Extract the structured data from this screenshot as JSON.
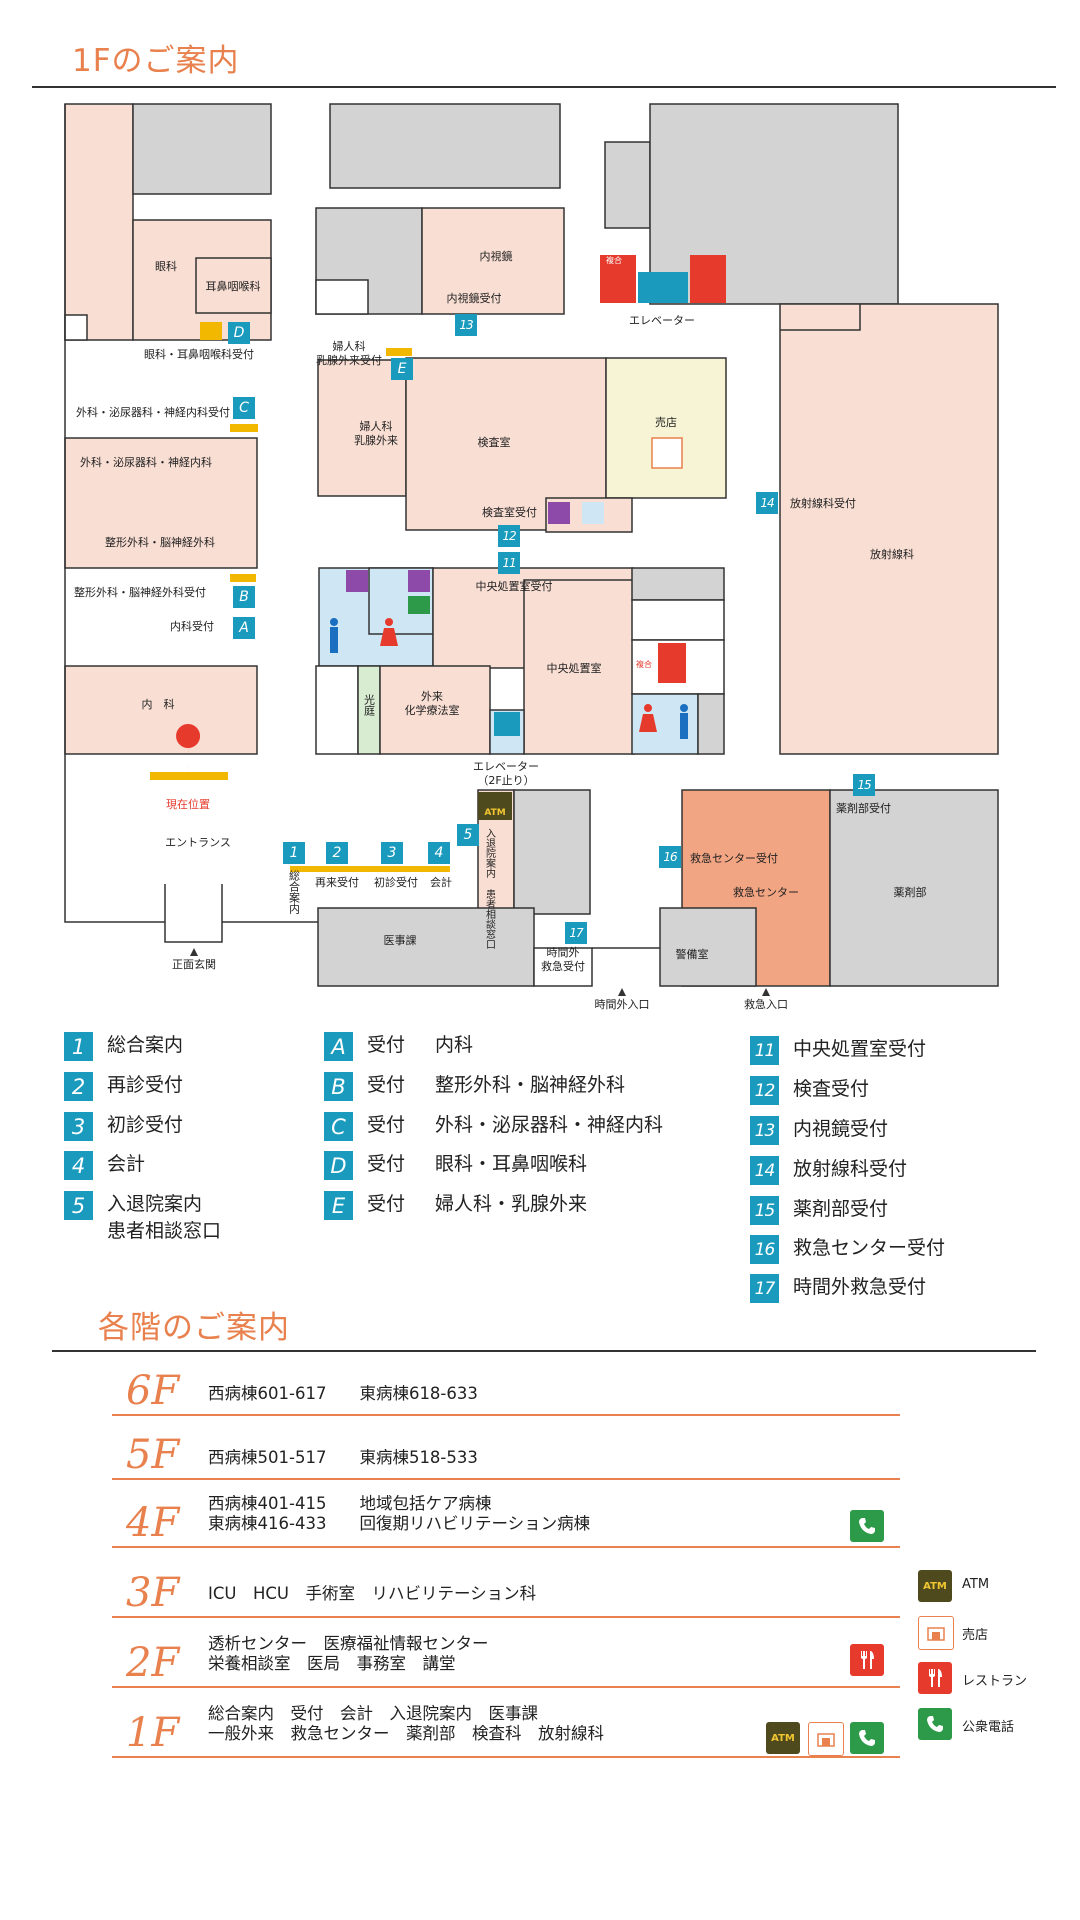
{
  "heading_1f": "1Fのご案内",
  "heading_floors": "各階のご案内",
  "map": {
    "rooms": {
      "ganka": "眼科",
      "jibi": "耳鼻咽喉科",
      "naishikyo": "内視鏡",
      "naishikyo_uketsuke": "内視鏡受付",
      "elevator": "エレベーター",
      "fujinka": "婦人科\n乳腺外来",
      "kensashitsu": "検査室",
      "baiten": "売店",
      "geka": "外科・泌尿器科・神経内科",
      "seikei": "整形外科・脳神経外科",
      "kensa_uketsuke": "検査室受付",
      "chuo_uketsuke": "中央処置室受付",
      "chuo": "中央処置室",
      "koutei": "光庭",
      "gairai_kagaku": "外来\n化学療法室",
      "naika": "内　科",
      "hoshasen_uketsuke": "放射線科受付",
      "hoshasen": "放射線科",
      "elevator_2f": "エレベーター\n（2F止り）",
      "nyuutai": "入退院案内\n患者相談窓口",
      "iji": "医事課",
      "jikangai_uketsuke": "時間外\n救急受付",
      "kyukyu_uketsuke": "救急センター受付",
      "kyukyu": "救急センター",
      "keibi": "警備室",
      "yakuzai_uketsuke": "薬剤部受付",
      "yakuzai": "薬剤部",
      "entrance": "エントランス",
      "genzai": "現在位置",
      "shomen": "正面玄関",
      "jikangai_iriguchi": "時間外入口",
      "kyukyu_iriguchi": "救急入口",
      "sogo_annai": "総合案内",
      "saishin": "再来受付",
      "shoshin": "初診受付",
      "kaikei": "会計",
      "ganka_uketsuke": "眼科・耳鼻咽喉科受付",
      "fujinka_uketsuke": "婦人科\n乳腺外来受付",
      "geka_uketsuke": "外科・泌尿器科・神経内科受付",
      "seikei_uketsuke": "整形外科・脳神経外科受付",
      "naika_uketsuke": "内科受付",
      "atm": "ATM",
      "fukugai": "複合",
      "fukugai2": "複合"
    },
    "badges": {
      "b1": "1",
      "b2": "2",
      "b3": "3",
      "b4": "4",
      "b5": "5",
      "b11": "11",
      "b12": "12",
      "b13": "13",
      "b14": "14",
      "b15": "15",
      "b16": "16",
      "b17": "17",
      "bA": "A",
      "bB": "B",
      "bC": "C",
      "bD": "D",
      "bE": "E"
    }
  },
  "legend": {
    "numbered": [
      {
        "num": "1",
        "text": "総合案内"
      },
      {
        "num": "2",
        "text": "再診受付"
      },
      {
        "num": "3",
        "text": "初診受付"
      },
      {
        "num": "4",
        "text": "会計"
      },
      {
        "num": "5",
        "text": "入退院案内",
        "text2": "患者相談窓口"
      }
    ],
    "lettered": [
      {
        "letter": "A",
        "label": "受付",
        "dept": "内科"
      },
      {
        "letter": "B",
        "label": "受付",
        "dept": "整形外科・脳神経外科"
      },
      {
        "letter": "C",
        "label": "受付",
        "dept": "外科・泌尿器科・神経内科"
      },
      {
        "letter": "D",
        "label": "受付",
        "dept": "眼科・耳鼻咽喉科"
      },
      {
        "letter": "E",
        "label": "受付",
        "dept": "婦人科・乳腺外来"
      }
    ],
    "numbered2": [
      {
        "num": "11",
        "text": "中央処置室受付"
      },
      {
        "num": "12",
        "text": "検査受付"
      },
      {
        "num": "13",
        "text": "内視鏡受付"
      },
      {
        "num": "14",
        "text": "放射線科受付"
      },
      {
        "num": "15",
        "text": "薬剤部受付"
      },
      {
        "num": "16",
        "text": "救急センター受付"
      },
      {
        "num": "17",
        "text": "時間外救急受付"
      }
    ]
  },
  "floors": [
    {
      "floor": "6F",
      "line1": "西病棟601-617　　東病棟618-633",
      "line2": ""
    },
    {
      "floor": "5F",
      "line1": "西病棟501-517　　東病棟518-533",
      "line2": ""
    },
    {
      "floor": "4F",
      "line1": "西病棟401-415　　地域包括ケア病棟",
      "line2": "東病棟416-433　　回復期リハビリテーション病棟"
    },
    {
      "floor": "3F",
      "line1": "ICU　HCU　手術室　リハビリテーション科",
      "line2": ""
    },
    {
      "floor": "2F",
      "line1": "透析センター　医療福祉情報センター",
      "line2": "栄養相談室　医局　事務室　講堂"
    },
    {
      "floor": "1F",
      "line1": "総合案内　受付　会計　入退院案内　医事課",
      "line2": "一般外来　救急センター　薬剤部　検査科　放射線科"
    }
  ],
  "icon_key": [
    {
      "icon": "atm-icon",
      "label": "ATM"
    },
    {
      "icon": "shop-icon",
      "label": "売店"
    },
    {
      "icon": "restaurant-icon",
      "label": "レストラン"
    },
    {
      "icon": "phone-icon",
      "label": "公衆電話"
    }
  ],
  "colors": {
    "accent": "#e8814d",
    "room_pink": "#f9ded3",
    "room_gray": "#d3d3d3",
    "room_blue": "#cfe6f5",
    "baiten": "#f6f4d5",
    "kyukyu": "#f2a583",
    "badge": "#1a9bbd",
    "yellow": "#f2b800"
  }
}
